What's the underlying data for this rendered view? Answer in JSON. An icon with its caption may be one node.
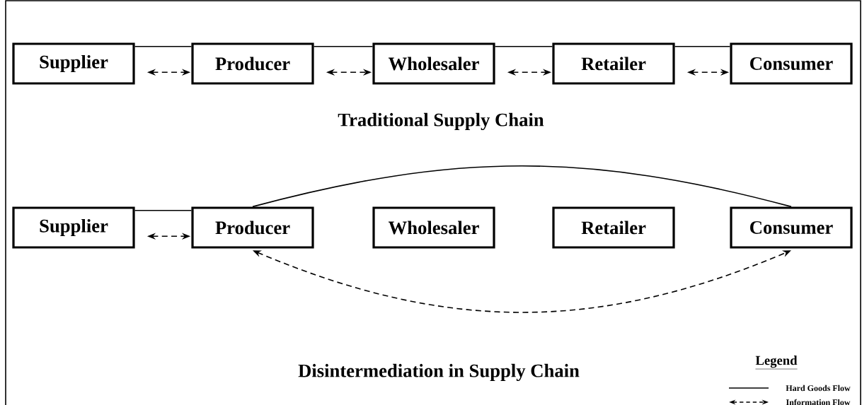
{
  "diagram": {
    "nodes": [
      {
        "text": [
          "Supplier"
        ]
      },
      {
        "text": [
          "Producer"
        ]
      },
      {
        "text": [
          "Wholesaler"
        ]
      },
      {
        "text": [
          "Retailer"
        ]
      },
      {
        "text": [
          "Consumer"
        ]
      },
      {
        "text": [
          "Supplier"
        ]
      },
      {
        "text": [
          "Producer"
        ]
      },
      {
        "text": [
          "Wholesaler"
        ]
      },
      {
        "text": [
          "Retailer"
        ]
      },
      {
        "text": [
          "Consumer"
        ]
      }
    ],
    "edges": [
      {
        "from": 0,
        "to": 1,
        "arrow": "none"
      },
      {
        "from": 0,
        "to": 1,
        "arrow": "both",
        "style": "dashed"
      },
      {
        "from": 1,
        "to": 2,
        "arrow": "none"
      },
      {
        "from": 1,
        "to": 2,
        "arrow": "both",
        "style": "dashed"
      },
      {
        "from": 2,
        "to": 3,
        "arrow": "none"
      },
      {
        "from": 2,
        "to": 3,
        "arrow": "both",
        "style": "dashed"
      },
      {
        "from": 3,
        "to": 4,
        "arrow": "none"
      },
      {
        "from": 3,
        "to": 4,
        "arrow": "both",
        "style": "dashed"
      },
      {
        "from": 5,
        "to": 6,
        "arrow": "none"
      },
      {
        "from": 5,
        "to": 6,
        "arrow": "both",
        "style": "dashed"
      },
      {
        "from": 6,
        "to": 9,
        "arrow": "none"
      },
      {
        "from": 6,
        "to": 9,
        "arrow": "both",
        "style": "dashed"
      }
    ],
    "labels": [
      "Traditional Supply Chain",
      "Disintermediation in Supply Chain",
      "Legend"
    ],
    "legend": [
      {
        "text": "Hard Goods Flow"
      },
      {
        "text": "Information Flow"
      }
    ]
  }
}
